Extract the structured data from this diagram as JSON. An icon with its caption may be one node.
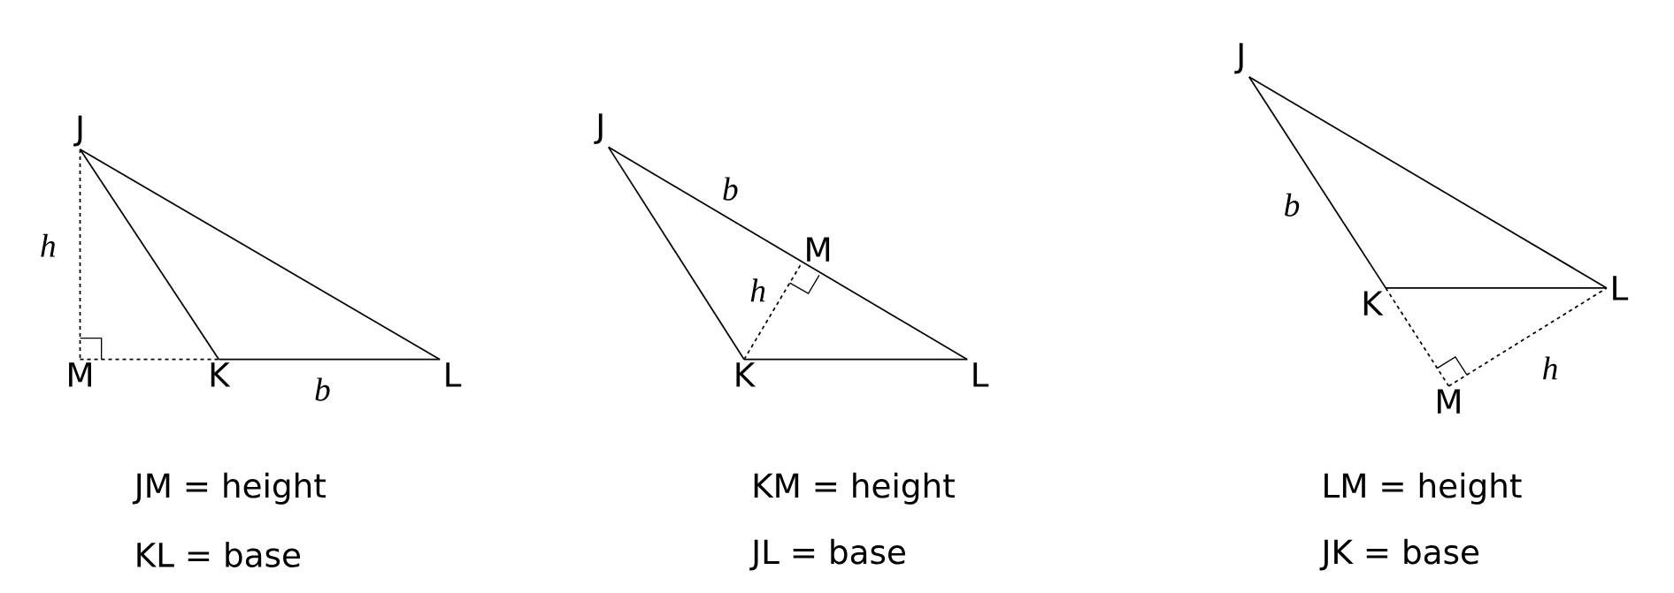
{
  "diagram": {
    "nodes": [
      {
        "text": [
          "J"
        ]
      },
      {
        "text": [
          "M"
        ]
      },
      {
        "text": [
          "K"
        ]
      },
      {
        "text": [
          "L"
        ]
      },
      {
        "text": [
          "J"
        ]
      },
      {
        "text": [
          "M"
        ]
      },
      {
        "text": [
          "K"
        ]
      },
      {
        "text": [
          "L"
        ]
      },
      {
        "text": [
          "J"
        ]
      },
      {
        "text": [
          "K"
        ]
      },
      {
        "text": [
          "L"
        ]
      },
      {
        "text": [
          "M"
        ]
      }
    ],
    "edges": [
      {
        "from": 0,
        "to": 2,
        "arrow": "none"
      },
      {
        "from": 0,
        "to": 3,
        "arrow": "none"
      },
      {
        "from": 2,
        "to": 3,
        "arrow": "none",
        "label": "b"
      },
      {
        "from": 0,
        "to": 1,
        "arrow": "none",
        "style": "dashed",
        "label": "h"
      },
      {
        "from": 1,
        "to": 2,
        "arrow": "none",
        "style": "dashed"
      },
      {
        "from": 4,
        "to": 6,
        "arrow": "none"
      },
      {
        "from": 4,
        "to": 7,
        "arrow": "none",
        "label": "b"
      },
      {
        "from": 6,
        "to": 7,
        "arrow": "none"
      },
      {
        "from": 6,
        "to": 5,
        "arrow": "none",
        "style": "dashed",
        "label": "h"
      },
      {
        "from": 8,
        "to": 9,
        "arrow": "none",
        "label": "b"
      },
      {
        "from": 8,
        "to": 10,
        "arrow": "none"
      },
      {
        "from": 9,
        "to": 10,
        "arrow": "none"
      },
      {
        "from": 9,
        "to": 11,
        "arrow": "none",
        "style": "dashed"
      },
      {
        "from": 11,
        "to": 10,
        "arrow": "none",
        "style": "dashed",
        "label": "h"
      }
    ],
    "labels": [
      "JM = height",
      "KM = height",
      "LM = height",
      "KL = base",
      "JL = base",
      "JK = base"
    ]
  }
}
